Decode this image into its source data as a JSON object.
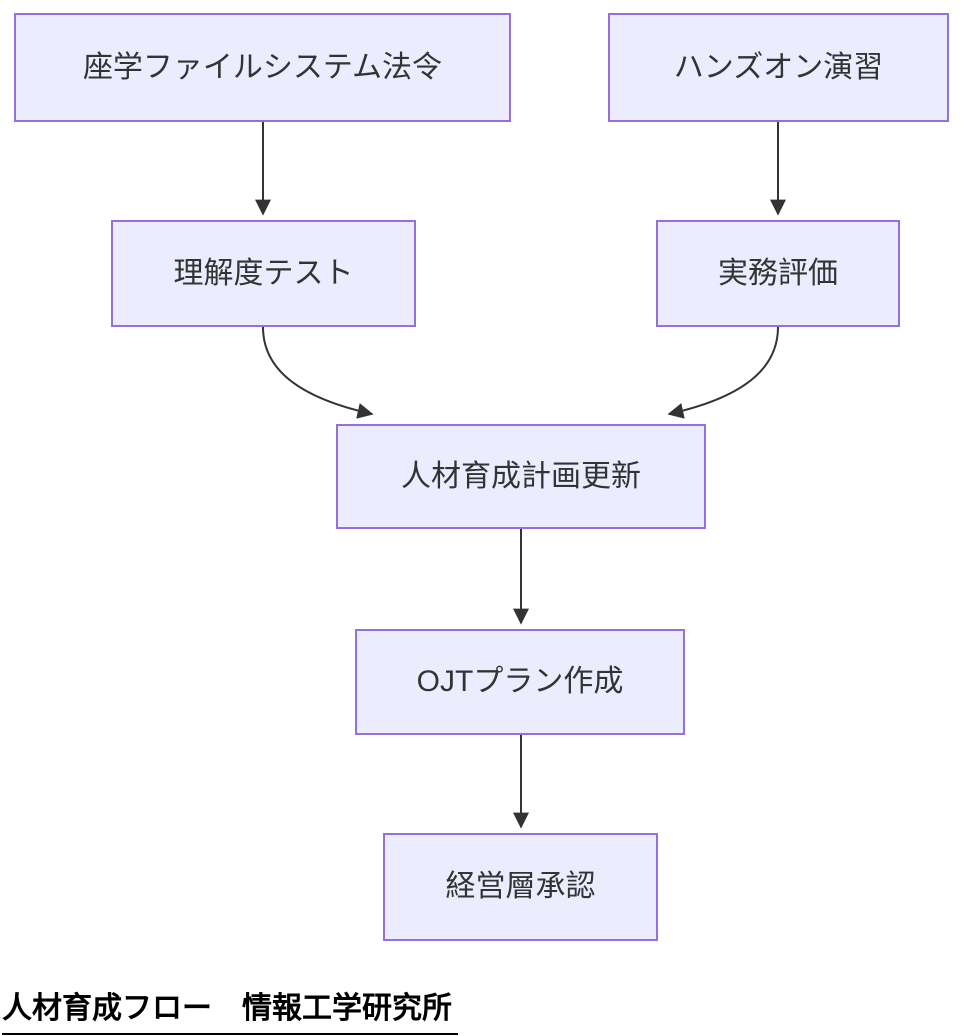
{
  "diagram": {
    "type": "flowchart",
    "direction": "top-down",
    "caption": "人材育成フロー　情報工学研究所",
    "nodes": [
      {
        "id": "seminar",
        "label": "座学ファイルシステム法令"
      },
      {
        "id": "handson",
        "label": "ハンズオン演習"
      },
      {
        "id": "test",
        "label": "理解度テスト"
      },
      {
        "id": "eval",
        "label": "実務評価"
      },
      {
        "id": "plan",
        "label": "人材育成計画更新"
      },
      {
        "id": "ojt",
        "label": "OJTプラン作成"
      },
      {
        "id": "approval",
        "label": "経営層承認"
      }
    ],
    "edges": [
      {
        "from": "seminar",
        "to": "test"
      },
      {
        "from": "handson",
        "to": "eval"
      },
      {
        "from": "test",
        "to": "plan"
      },
      {
        "from": "eval",
        "to": "plan"
      },
      {
        "from": "plan",
        "to": "ojt"
      },
      {
        "from": "ojt",
        "to": "approval"
      }
    ],
    "colors": {
      "node_fill": "#ECECFF",
      "node_border": "#9370DB",
      "arrow": "#333333",
      "node_text": "#333333",
      "caption_text": "#000000",
      "background": "#ffffff"
    }
  }
}
